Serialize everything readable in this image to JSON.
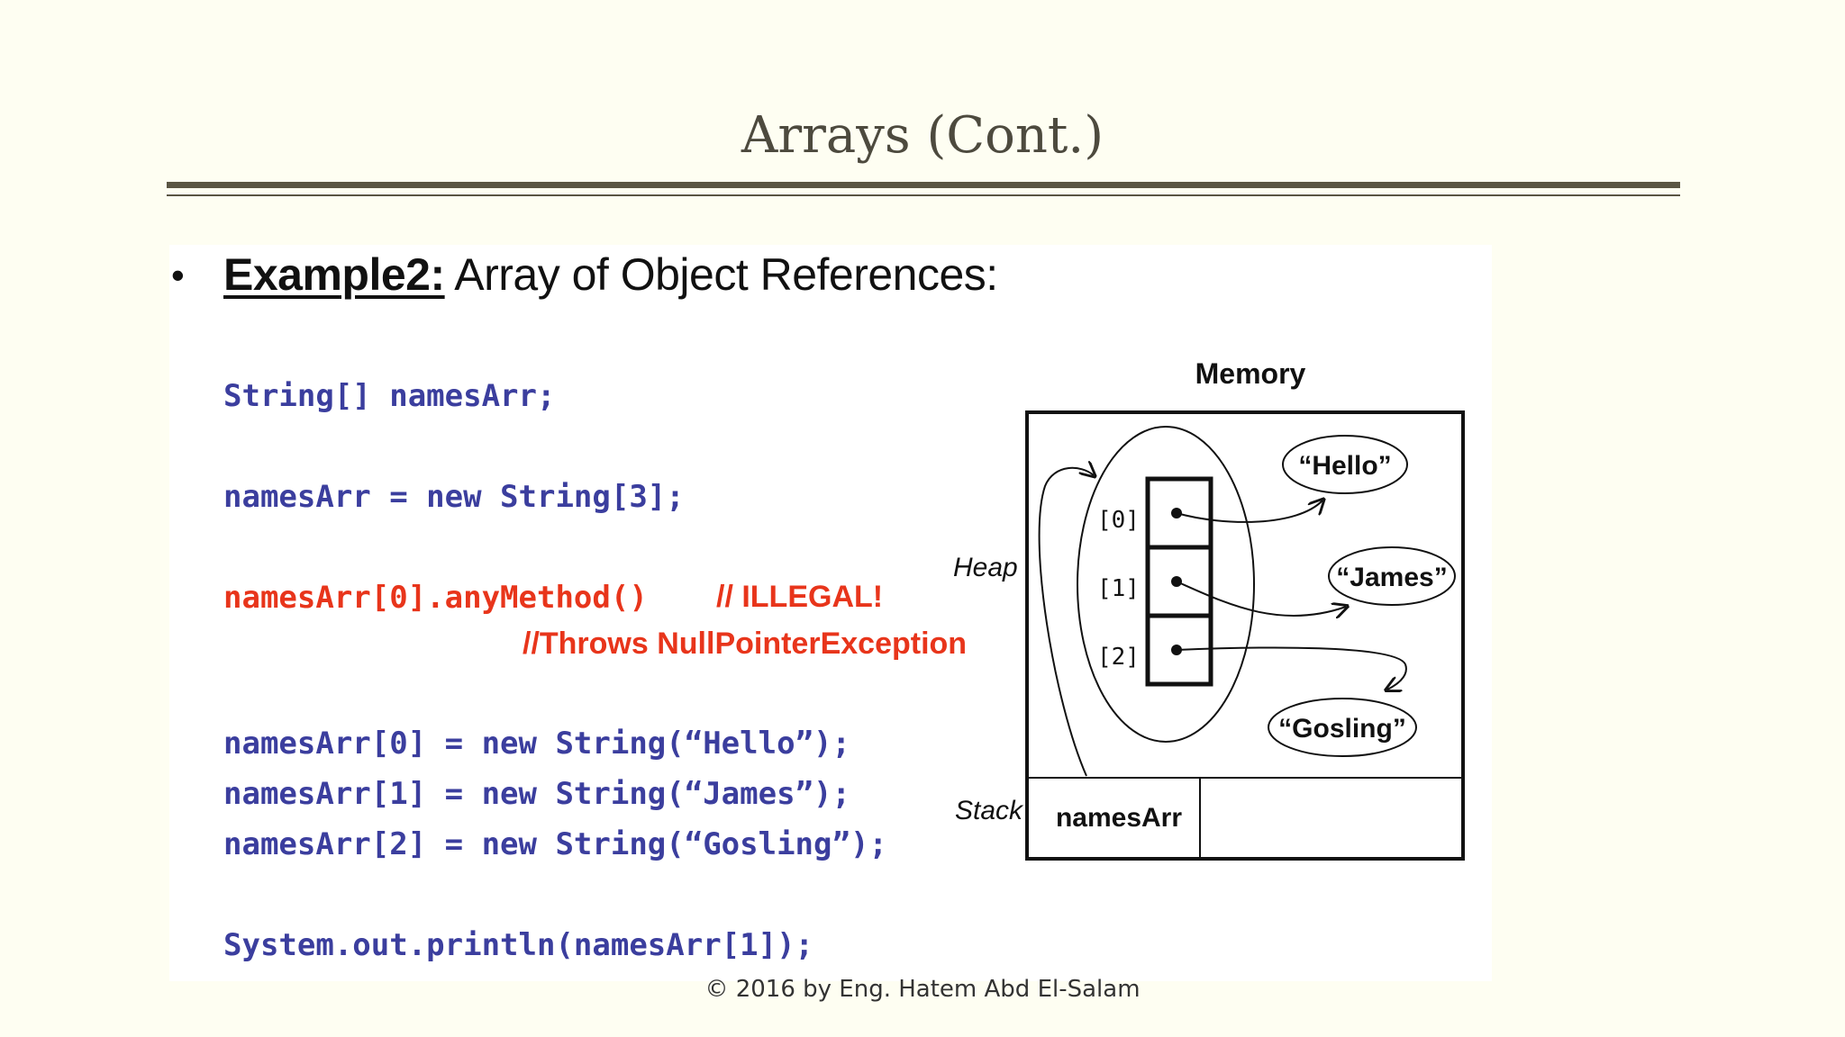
{
  "slide": {
    "title": "Arrays (Cont.)",
    "bullet": "•",
    "heading_lead": "Example2:",
    "heading_rest": " Array of Object References:",
    "footer": "©  2016 by Eng.  Hatem Abd El-Salam"
  },
  "code": {
    "line1": "String[] namesArr;",
    "line2": "namesArr = new String[3];",
    "line3_code": "namesArr[0].anyMethod()",
    "line3_comment": "// ILLEGAL!",
    "line4_comment": "//Throws NullPointerException",
    "line5": "namesArr[0] = new String(“Hello”);",
    "line6": "namesArr[1] = new String(“James”);",
    "line7": "namesArr[2] = new String(“Gosling”);",
    "line8": "System.out.println(namesArr[1]);"
  },
  "diagram": {
    "title": "Memory",
    "heap_label": "Heap",
    "stack_label": "Stack",
    "index0": "[0]",
    "index1": "[1]",
    "index2": "[2]",
    "string_hello": "“Hello”",
    "string_james": "“James”",
    "string_gosling": "“Gosling”",
    "stack_var": "namesArr"
  }
}
